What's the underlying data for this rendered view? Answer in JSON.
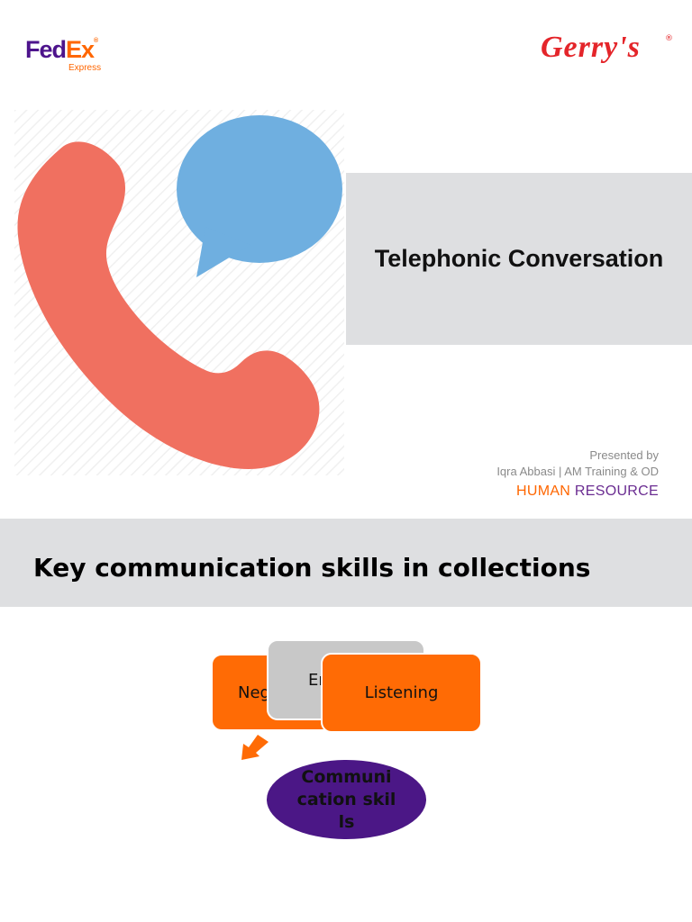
{
  "logos": {
    "fedex": {
      "primary_a": "Fed",
      "primary_b": "Ex",
      "mark": "®",
      "sub": "Express"
    },
    "gerrys": {
      "word": "Gerry's",
      "mark": "®"
    }
  },
  "slide1": {
    "title": "Telephonic Conversation",
    "presented_by": "Presented by",
    "presenter": "Iqra Abbasi | AM Training & OD",
    "dept_a": "HUMAN",
    "dept_b": "RESOURCE"
  },
  "slide2": {
    "title": "Key communication skills in collections",
    "nodes": {
      "negotiation": "Negotiation",
      "empathy": "Empathy",
      "listening": "Listening"
    },
    "center": "Communication skills"
  },
  "colors": {
    "fedex_purple": "#4d148c",
    "fedex_orange": "#ff6600",
    "gerrys_red": "#e4252a",
    "phone_coral": "#f07060",
    "bubble_blue": "#6fafe0",
    "panel_gray": "#dedfe1",
    "node_orange": "#ff6b05",
    "node_gray": "#c8c8c8",
    "ellipse_purple": "#4b1786"
  },
  "icons": [
    "phone-handset-icon",
    "speech-bubble-icon",
    "down-left-arrow-icon"
  ]
}
